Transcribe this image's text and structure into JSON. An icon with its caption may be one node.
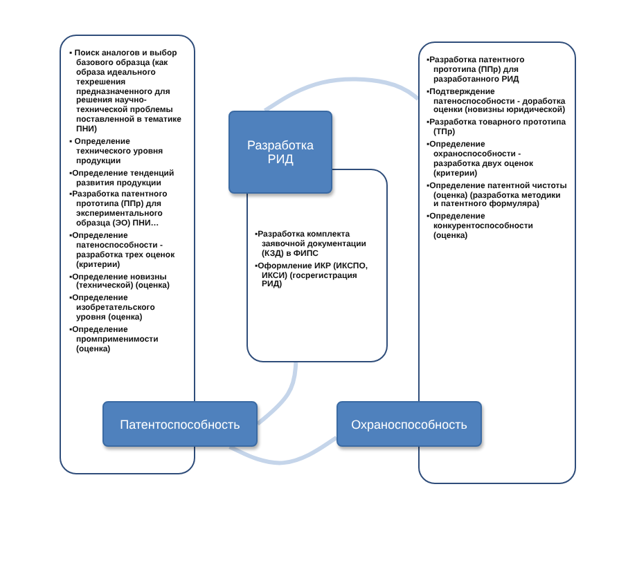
{
  "diagram": {
    "nodes": [
      {
        "text": [
          "▪ Поиск аналогов и выбор базового образца (как образа идеального техрешения предназначенного для решения научно-технической проблемы поставленной в тематике ПНИ)",
          "▪ Определение технического уровня продукции",
          "▪Определение тенденций развития продукции",
          "▪Разработка патентного прототипа (ППр) для экспериментального образца (ЭО) ПНИ…",
          "▪Определение патеноспособности - разработка трех оценок (критерии)",
          "▪Определение новизны (технической) (оценка)",
          "▪Определение изобретательского уровня (оценка)",
          "▪Определение промприменимости (оценка)"
        ]
      },
      {
        "text": [
          "Патентоспособность"
        ]
      },
      {
        "text": [
          "Разработка РИД"
        ]
      },
      {
        "text": [
          "▪Разработка комплекта заявочной документации (КЗД) в ФИПС",
          "▪Оформление ИКР (ИКСПО, ИКСИ) (госрегистрация РИД)"
        ]
      },
      {
        "text": [
          "▪Разработка патентного прототипа (ППр) для разработанного РИД",
          "▪Подтверждение патеноспособности - доработка оценки (новизны юридической)",
          "▪Разработка товарного прототипа (ТПр)",
          "▪Определение охраноспособности - разработка двух оценок (критерии)",
          "▪Определение патентной чистоты (оценка) (разработка методики и патентного формуляра)",
          "▪Определение конкурентоспособности (оценка)"
        ]
      },
      {
        "text": [
          "Охраноспособность"
        ]
      }
    ],
    "edges": [
      {
        "from": 2,
        "to": 4,
        "arrow": "none"
      },
      {
        "from": 3,
        "to": 1,
        "arrow": "none"
      },
      {
        "from": 1,
        "to": 5,
        "arrow": "none"
      }
    ]
  }
}
